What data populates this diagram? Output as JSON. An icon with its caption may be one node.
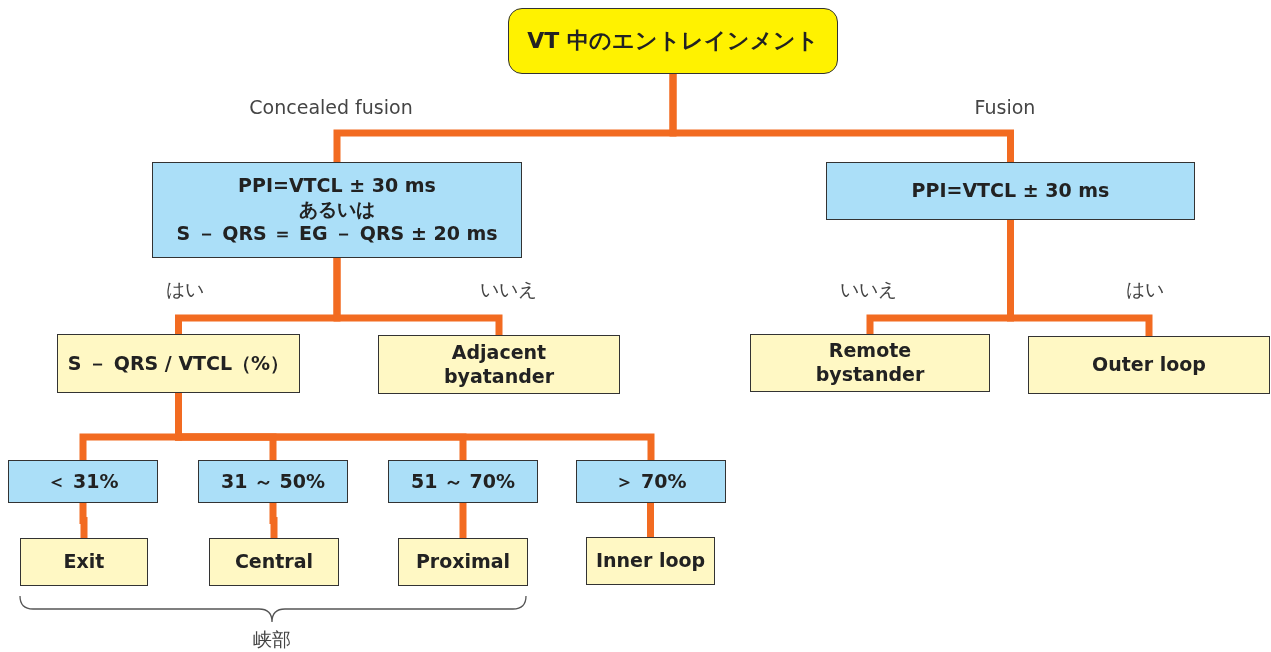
{
  "diagram": {
    "nodes": [
      {
        "text": [
          "VT 中のエントレインメント"
        ]
      },
      {
        "text": [
          "PPI=VTCL ± 30 ms",
          "あるいは",
          "S － QRS ＝ EG － QRS ± 20 ms"
        ]
      },
      {
        "text": [
          "PPI=VTCL ± 30 ms"
        ]
      },
      {
        "text": [
          "S － QRS / VTCL（%）"
        ]
      },
      {
        "text": [
          "Adjacent byatander"
        ]
      },
      {
        "text": [
          "Remote bystander"
        ]
      },
      {
        "text": [
          "Outer loop"
        ]
      },
      {
        "text": [
          "＜ 31%"
        ]
      },
      {
        "text": [
          "31 ～ 50%"
        ]
      },
      {
        "text": [
          "51 ～ 70%"
        ]
      },
      {
        "text": [
          "＞ 70%"
        ]
      },
      {
        "text": [
          "Exit"
        ]
      },
      {
        "text": [
          "Central"
        ]
      },
      {
        "text": [
          "Proximal"
        ]
      },
      {
        "text": [
          "Inner loop"
        ]
      }
    ],
    "edges": [
      {
        "from": 0,
        "to": 1,
        "arrow": "none",
        "label": "Concealed fusion"
      },
      {
        "from": 0,
        "to": 2,
        "arrow": "none",
        "label": "Fusion"
      },
      {
        "from": 1,
        "to": 3,
        "arrow": "none",
        "label": "はい"
      },
      {
        "from": 1,
        "to": 4,
        "arrow": "none",
        "label": "いいえ"
      },
      {
        "from": 2,
        "to": 5,
        "arrow": "none",
        "label": "いいえ"
      },
      {
        "from": 2,
        "to": 6,
        "arrow": "none",
        "label": "はい"
      },
      {
        "from": 3,
        "to": 7,
        "arrow": "none"
      },
      {
        "from": 3,
        "to": 8,
        "arrow": "none"
      },
      {
        "from": 3,
        "to": 9,
        "arrow": "none"
      },
      {
        "from": 3,
        "to": 10,
        "arrow": "none"
      },
      {
        "from": 7,
        "to": 11,
        "arrow": "none"
      },
      {
        "from": 8,
        "to": 12,
        "arrow": "none"
      },
      {
        "from": 9,
        "to": 13,
        "arrow": "none"
      },
      {
        "from": 10,
        "to": 14,
        "arrow": "none"
      }
    ],
    "labels": [
      "峡部"
    ]
  }
}
